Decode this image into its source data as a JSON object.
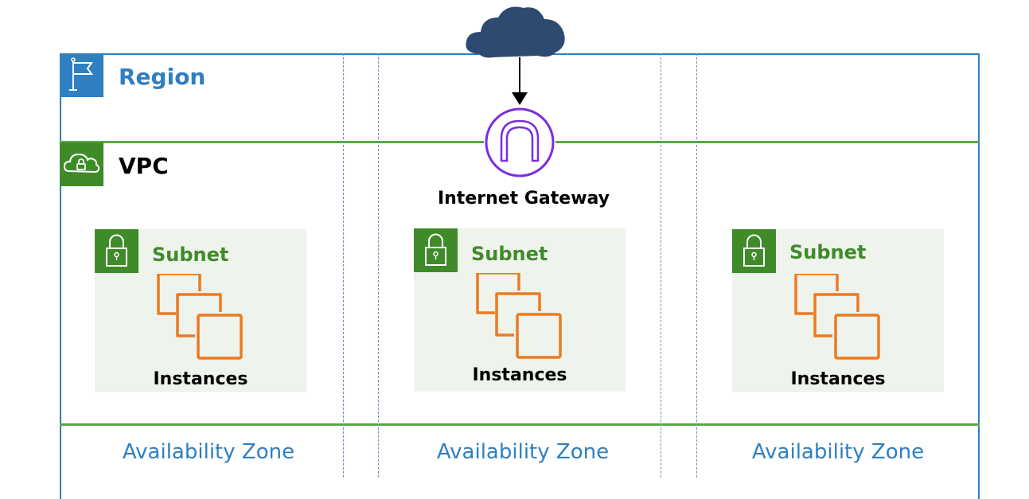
{
  "region": {
    "label": "Region",
    "icon": "flag-icon",
    "border_color": "#2f7fc1"
  },
  "vpc": {
    "label": "VPC",
    "icon": "cloud-lock-icon",
    "border_color": "#5aa845"
  },
  "internet": {
    "icon": "cloud-icon",
    "color": "#2e4a70"
  },
  "internet_gateway": {
    "label": "Internet Gateway",
    "icon": "gateway-icon",
    "color": "#7b2de0"
  },
  "subnets": [
    {
      "label": "Subnet",
      "instances_label": "Instances"
    },
    {
      "label": "Subnet",
      "instances_label": "Instances"
    },
    {
      "label": "Subnet",
      "instances_label": "Instances"
    }
  ],
  "availability_zones": [
    {
      "label": "Availability Zone"
    },
    {
      "label": "Availability Zone"
    },
    {
      "label": "Availability Zone"
    }
  ],
  "colors": {
    "instance_orange": "#ec7a21",
    "subnet_green": "#3f8b2a",
    "subnet_bg": "#eef3ec"
  }
}
